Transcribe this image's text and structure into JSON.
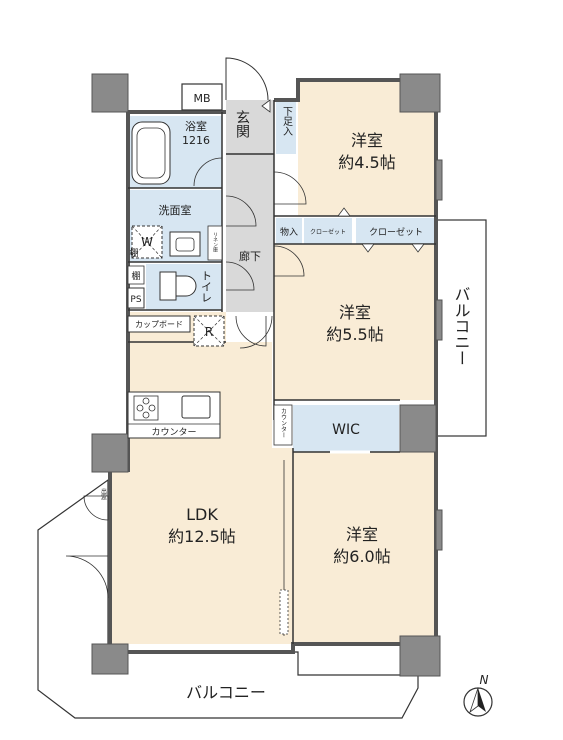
{
  "rooms": {
    "western_1": {
      "name": "洋室",
      "size": "約4.5帖"
    },
    "western_2": {
      "name": "洋室",
      "size": "約5.5帖"
    },
    "western_3": {
      "name": "洋室",
      "size": "約6.0帖"
    },
    "ldk": {
      "name": "LDK",
      "size": "約12.5帖"
    },
    "bath": {
      "name": "浴室",
      "size": "1216"
    },
    "washroom": {
      "name": "洗面室"
    },
    "toilet": {
      "name": "トイレ"
    },
    "entrance": {
      "name": "玄関"
    },
    "corridor": {
      "name": "廊下"
    },
    "wic": {
      "name": "WIC"
    },
    "shoe_closet": {
      "name": "下足入"
    },
    "storage": {
      "name": "物入"
    },
    "closet_small": {
      "name": "クローゼット"
    },
    "closet": {
      "name": "クローゼット"
    },
    "linen": {
      "name": "リネン庫"
    },
    "cupboard": {
      "name": "カップボード"
    },
    "counter_kitchen": {
      "name": "カウンター"
    },
    "counter_small": {
      "name": "カウンター"
    },
    "bay_window": {
      "name": "出窓"
    }
  },
  "fixtures": {
    "mb": "MB",
    "ps": "PS",
    "refrigerator": "R",
    "washer": "W",
    "shelf_wash": "棚",
    "shelf_toilet": "棚"
  },
  "balcony_east": "バルコニー",
  "balcony_south": "バルコニー",
  "compass": "N",
  "colors": {
    "room_fill": "#f9ecd6",
    "wet_fill": "#d7e6f2",
    "corridor_fill": "#d9d9d9",
    "wall": "#8a8a8a",
    "line": "#333333"
  }
}
